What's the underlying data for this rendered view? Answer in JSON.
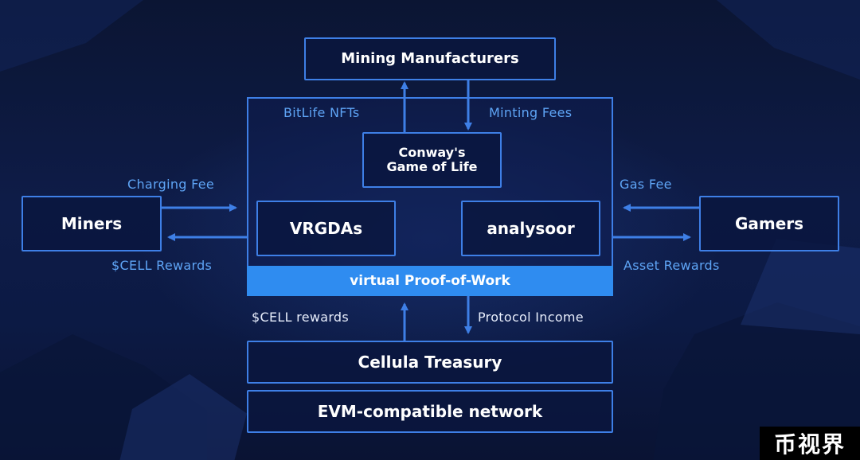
{
  "nodes": {
    "mining_manufacturers": "Mining Manufacturers",
    "conway": "Conway's\nGame of Life",
    "miners": "Miners",
    "vrgdas": "VRGDAs",
    "analysoor": "analysoor",
    "gamers": "Gamers",
    "pow": "virtual Proof-of-Work",
    "treasury": "Cellula Treasury",
    "evm": "EVM-compatible network"
  },
  "edge_labels": {
    "bitlife_nfts": "BitLife NFTs",
    "minting_fees": "Minting Fees",
    "charging_fee": "Charging Fee",
    "cell_rewards_left": "$CELL Rewards",
    "gas_fee": "Gas Fee",
    "asset_rewards": "Asset Rewards",
    "cell_rewards_bottom": "$CELL rewards",
    "protocol_income": "Protocol Income"
  },
  "watermark": "币视界",
  "colors": {
    "accent": "#3e7fe6",
    "label": "#5ea4f5",
    "pow_bar": "#2f8cf0",
    "background": "#0b1437"
  }
}
